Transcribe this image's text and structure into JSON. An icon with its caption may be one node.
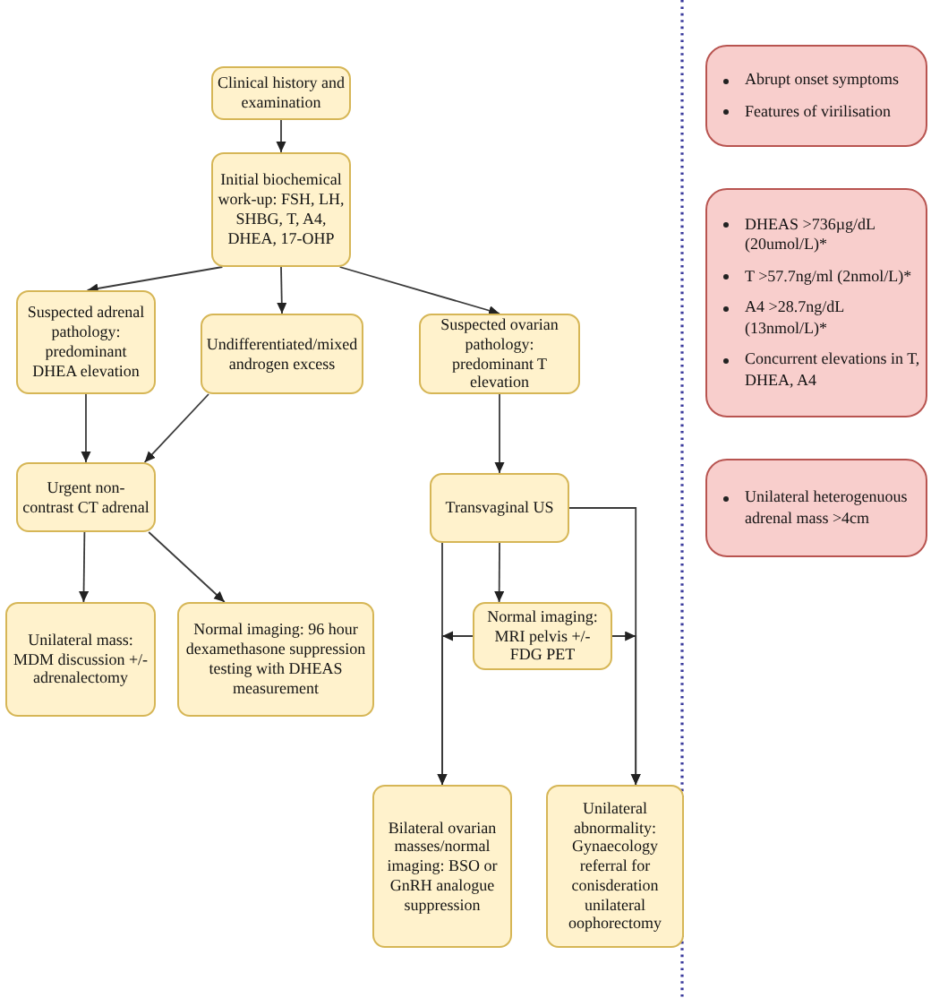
{
  "diagram": {
    "nodes": [
      {
        "text": [
          "Clinical history and examination"
        ]
      },
      {
        "text": [
          "Initial biochemical work-up: FSH, LH, SHBG, T, A4, DHEA, 17-OHP"
        ]
      },
      {
        "text": [
          "Suspected adrenal pathology: predominant DHEA elevation"
        ]
      },
      {
        "text": [
          "Undifferentiated/mixed androgen excess"
        ]
      },
      {
        "text": [
          "Suspected ovarian pathology: predominant T elevation"
        ]
      },
      {
        "text": [
          "Urgent non-contrast CT adrenal"
        ]
      },
      {
        "text": [
          "Transvaginal US"
        ]
      },
      {
        "text": [
          "Normal imaging: MRI pelvis +/- FDG PET"
        ]
      },
      {
        "text": [
          "Unilateral mass: MDM discussion +/- adrenalectomy"
        ]
      },
      {
        "text": [
          "Normal imaging: 96 hour dexamethasone suppression testing with DHEAS measurement"
        ]
      },
      {
        "text": [
          "Bilateral ovarian masses/normal imaging: BSO or GnRH analogue suppression"
        ]
      },
      {
        "text": [
          "Unilateral abnormality: Gynaecology referral for conisderation unilateral oophorectomy"
        ]
      },
      {
        "text": [
          "Abrupt onset symptoms",
          "Features of virilisation"
        ]
      },
      {
        "text": [
          "DHEAS >736µg/dL (20umol/L)*",
          "T >57.7ng/ml (2nmol/L)*",
          "A4 >28.7ng/dL (13nmol/L)*",
          "Concurrent elevations in T, DHEA, A4"
        ]
      },
      {
        "text": [
          "Unilateral heterogenuous adrenal mass >4cm"
        ]
      }
    ],
    "edges": [
      {
        "from": 0,
        "to": 1,
        "arrow": "to"
      },
      {
        "from": 1,
        "to": 2,
        "arrow": "to"
      },
      {
        "from": 1,
        "to": 3,
        "arrow": "to"
      },
      {
        "from": 1,
        "to": 4,
        "arrow": "to"
      },
      {
        "from": 2,
        "to": 5,
        "arrow": "to"
      },
      {
        "from": 3,
        "to": 5,
        "arrow": "to"
      },
      {
        "from": 4,
        "to": 6,
        "arrow": "to"
      },
      {
        "from": 5,
        "to": 8,
        "arrow": "to"
      },
      {
        "from": 5,
        "to": 9,
        "arrow": "to"
      },
      {
        "from": 6,
        "to": 7,
        "arrow": "to"
      },
      {
        "from": 6,
        "to": 10,
        "arrow": "to"
      },
      {
        "from": 6,
        "to": 11,
        "arrow": "to"
      },
      {
        "from": 7,
        "to": 10,
        "arrow": "to"
      },
      {
        "from": 7,
        "to": 11,
        "arrow": "to"
      }
    ]
  }
}
